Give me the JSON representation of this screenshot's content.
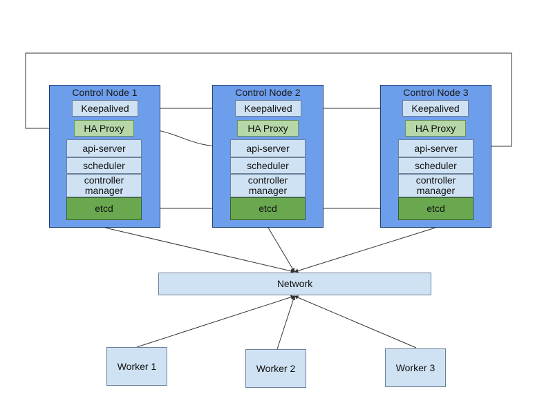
{
  "colors": {
    "node_fill": "#6d9eeb",
    "component_fill": "#cfe2f3",
    "haproxy_fill": "#b6d7a8",
    "etcd_fill": "#6aa84f",
    "line": "#333333"
  },
  "control_nodes": [
    {
      "title": "Control Node 1",
      "keepalived": "Keepalived",
      "haproxy": "HA Proxy",
      "api_server": "api-server",
      "scheduler": "scheduler",
      "controller_manager": "controller\nmanager",
      "etcd": "etcd"
    },
    {
      "title": "Control Node 2",
      "keepalived": "Keepalived",
      "haproxy": "HA Proxy",
      "api_server": "api-server",
      "scheduler": "scheduler",
      "controller_manager": "controller\nmanager",
      "etcd": "etcd"
    },
    {
      "title": "Control Node 3",
      "keepalived": "Keepalived",
      "haproxy": "HA Proxy",
      "api_server": "api-server",
      "scheduler": "scheduler",
      "controller_manager": "controller\nmanager",
      "etcd": "etcd"
    }
  ],
  "network": {
    "label": "Network"
  },
  "workers": [
    {
      "label": "Worker 1"
    },
    {
      "label": "Worker 2"
    },
    {
      "label": "Worker 3"
    }
  ]
}
